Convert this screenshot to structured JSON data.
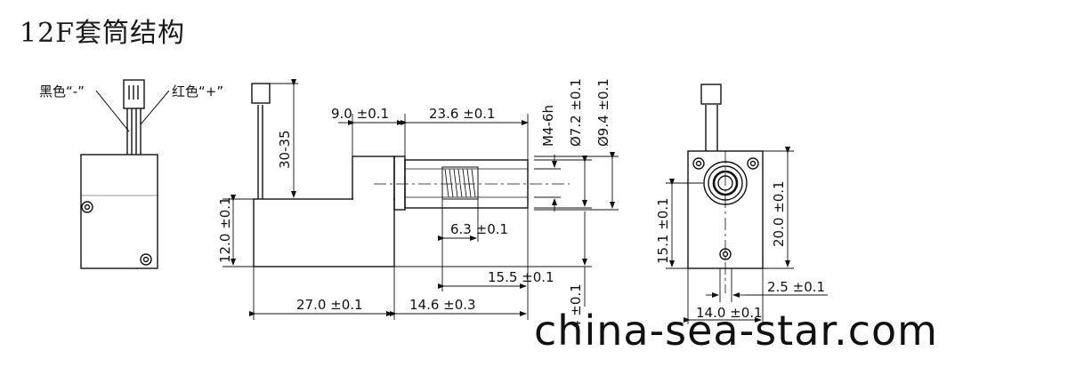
{
  "title": "12F套筒结构",
  "watermark": "china-sea-star.com",
  "wire_labels": {
    "black": "黑色“-”",
    "red": "红色“+”"
  },
  "dimensions": {
    "gap_90": "9.0 ±0.1",
    "len_236": "23.6 ±0.1",
    "thread": "M4-6h",
    "dia_72": "Ø7.2 ±0.1",
    "dia_94": "Ø9.4 ±0.1",
    "wire_len": "30-35",
    "height_120": "12.0 ±0.1",
    "len_63": "6.3 ±0.1",
    "len_155": "15.5 ±0.1",
    "body_270": "27.0 ±0.1",
    "len_146": "14.6 ±0.3",
    "partial_4": "4 ±0.1",
    "height_151": "15.1 ±0.1",
    "height_200": "20.0 ±0.1",
    "len_25": "2.5 ±0.1",
    "width_140": "14.0 ±0.1"
  }
}
